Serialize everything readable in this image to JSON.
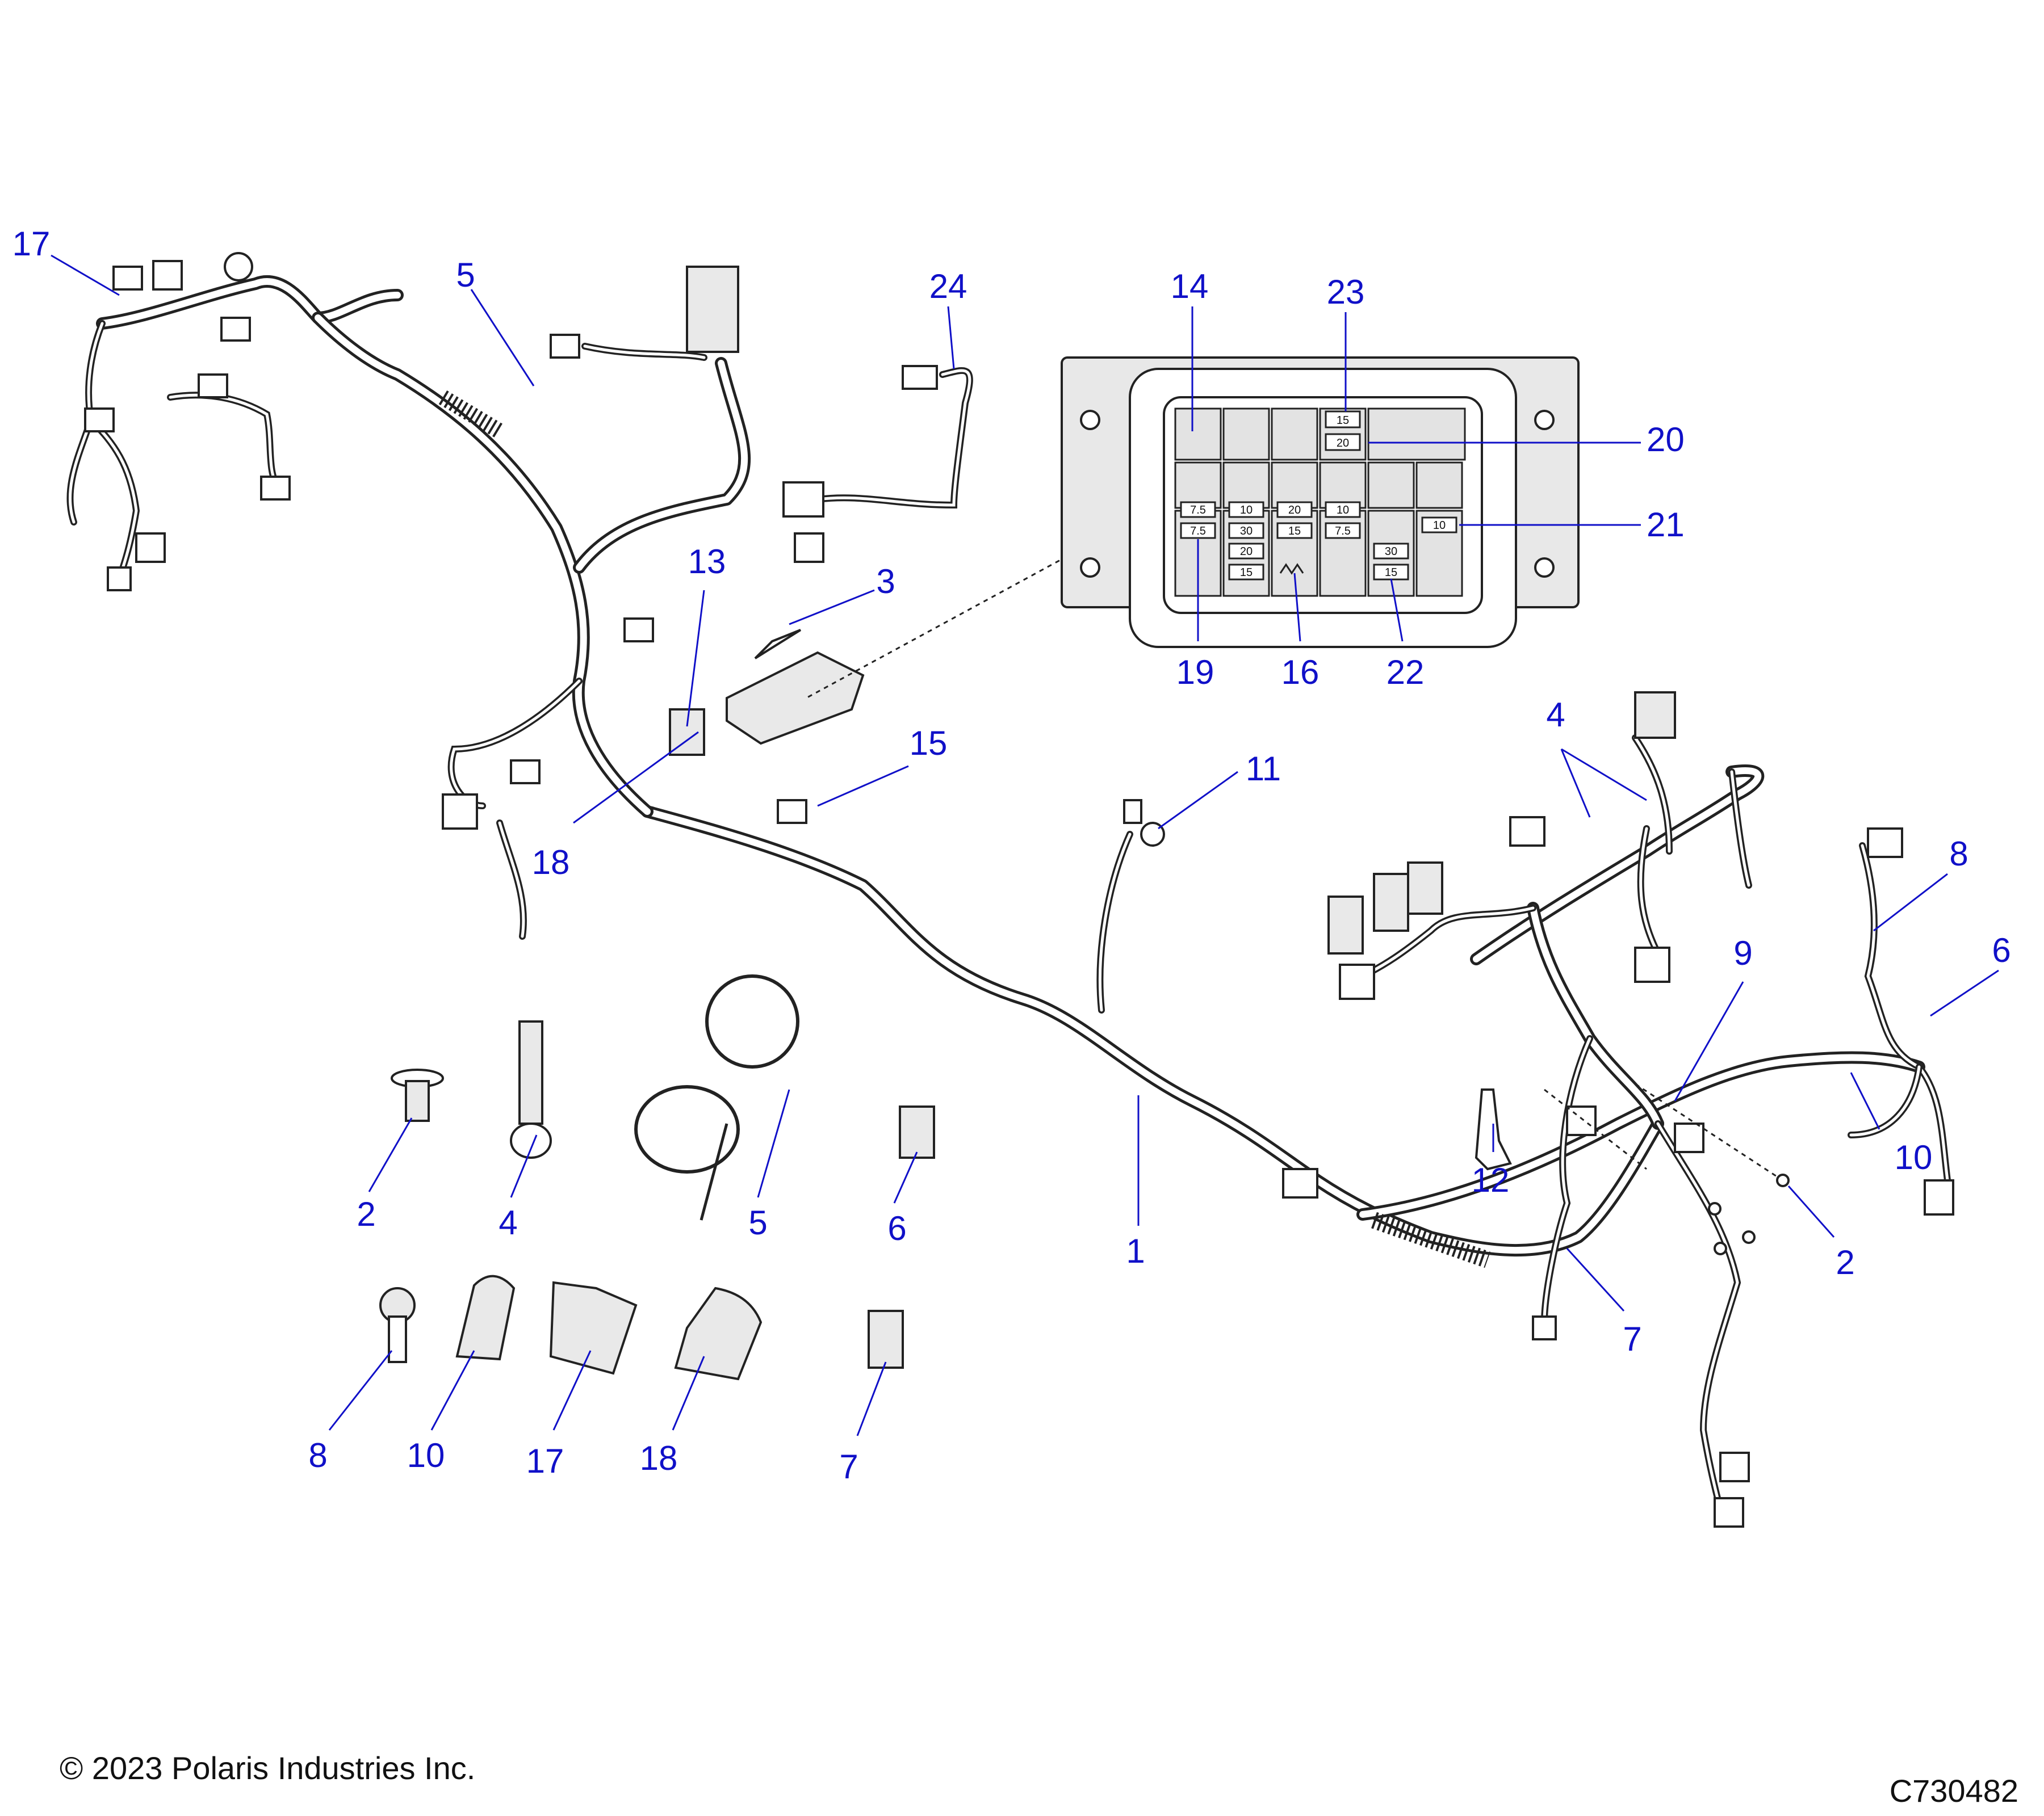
{
  "callouts": [
    {
      "id": "c17a",
      "text": "17"
    },
    {
      "id": "c5a",
      "text": "5"
    },
    {
      "id": "c24",
      "text": "24"
    },
    {
      "id": "c14",
      "text": "14"
    },
    {
      "id": "c23",
      "text": "23"
    },
    {
      "id": "c20",
      "text": "20"
    },
    {
      "id": "c21",
      "text": "21"
    },
    {
      "id": "c19",
      "text": "19"
    },
    {
      "id": "c16",
      "text": "16"
    },
    {
      "id": "c22",
      "text": "22"
    },
    {
      "id": "c13",
      "text": "13"
    },
    {
      "id": "c3",
      "text": "3"
    },
    {
      "id": "c15",
      "text": "15"
    },
    {
      "id": "c18a",
      "text": "18"
    },
    {
      "id": "c11",
      "text": "11"
    },
    {
      "id": "c4a",
      "text": "4"
    },
    {
      "id": "c8a",
      "text": "8"
    },
    {
      "id": "c9",
      "text": "9"
    },
    {
      "id": "c6a",
      "text": "6"
    },
    {
      "id": "c10a",
      "text": "10"
    },
    {
      "id": "c12",
      "text": "12"
    },
    {
      "id": "c2a",
      "text": "2"
    },
    {
      "id": "c7a",
      "text": "7"
    },
    {
      "id": "c1",
      "text": "1"
    },
    {
      "id": "c2b",
      "text": "2"
    },
    {
      "id": "c4b",
      "text": "4"
    },
    {
      "id": "c5b",
      "text": "5"
    },
    {
      "id": "c6b",
      "text": "6"
    },
    {
      "id": "c8b",
      "text": "8"
    },
    {
      "id": "c10b",
      "text": "10"
    },
    {
      "id": "c17b",
      "text": "17"
    },
    {
      "id": "c18b",
      "text": "18"
    },
    {
      "id": "c7b",
      "text": "7"
    }
  ],
  "fuse_ratings": {
    "r1_15": "15",
    "r1_20": "20",
    "r2_75a": "7.5",
    "r2_10a": "10",
    "r2_20": "20",
    "r2_10b": "10",
    "r3_75a": "7.5",
    "r3_30a": "30",
    "r3_15": "15",
    "r3_75b": "7.5",
    "r3_10": "10",
    "r4_20": "20",
    "r4_15a": "15",
    "r4_30": "30",
    "r4_15b": "15"
  },
  "footer": {
    "copyright": "© 2023 Polaris Industries Inc.",
    "diagram_id": "C730482"
  }
}
